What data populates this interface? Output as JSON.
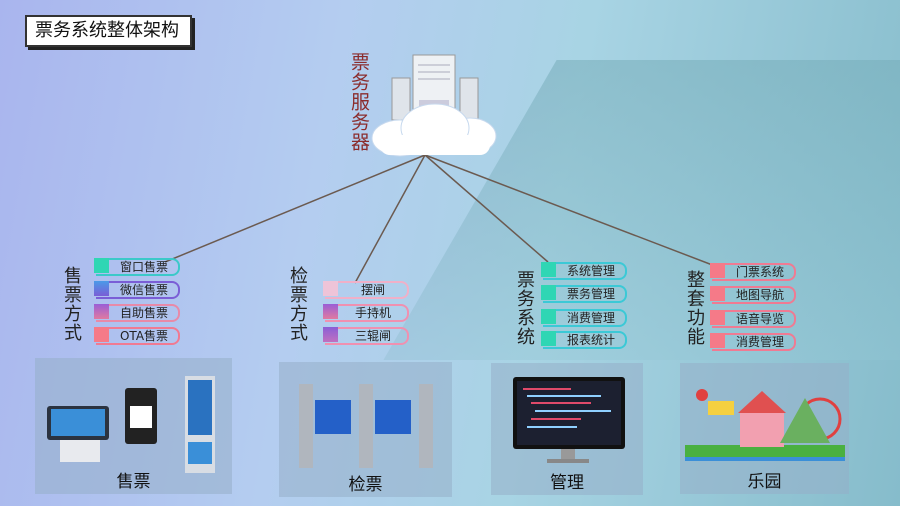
{
  "title": "票务系统整体架构",
  "server_label": "票务服务器",
  "groups": [
    {
      "label": "售票方式",
      "items": [
        "窗口售票",
        "微信售票",
        "自助售票",
        "OTA售票"
      ]
    },
    {
      "label": "检票方式",
      "items": [
        "摆闸",
        "手持机",
        "三辊闸"
      ]
    },
    {
      "label": "票务系统",
      "items": [
        "系统管理",
        "票务管理",
        "消费管理",
        "报表统计"
      ]
    },
    {
      "label": "整套功能",
      "items": [
        "门票系统",
        "地图导航",
        "语音导览",
        "消费管理"
      ]
    }
  ],
  "panels": [
    "售票",
    "检票",
    "管理",
    "乐园"
  ],
  "colors": {
    "teal": "#2fd6b4",
    "purple": "#7a5ed6",
    "pink": "#f07a92",
    "server_label": "#8b2c2c"
  }
}
